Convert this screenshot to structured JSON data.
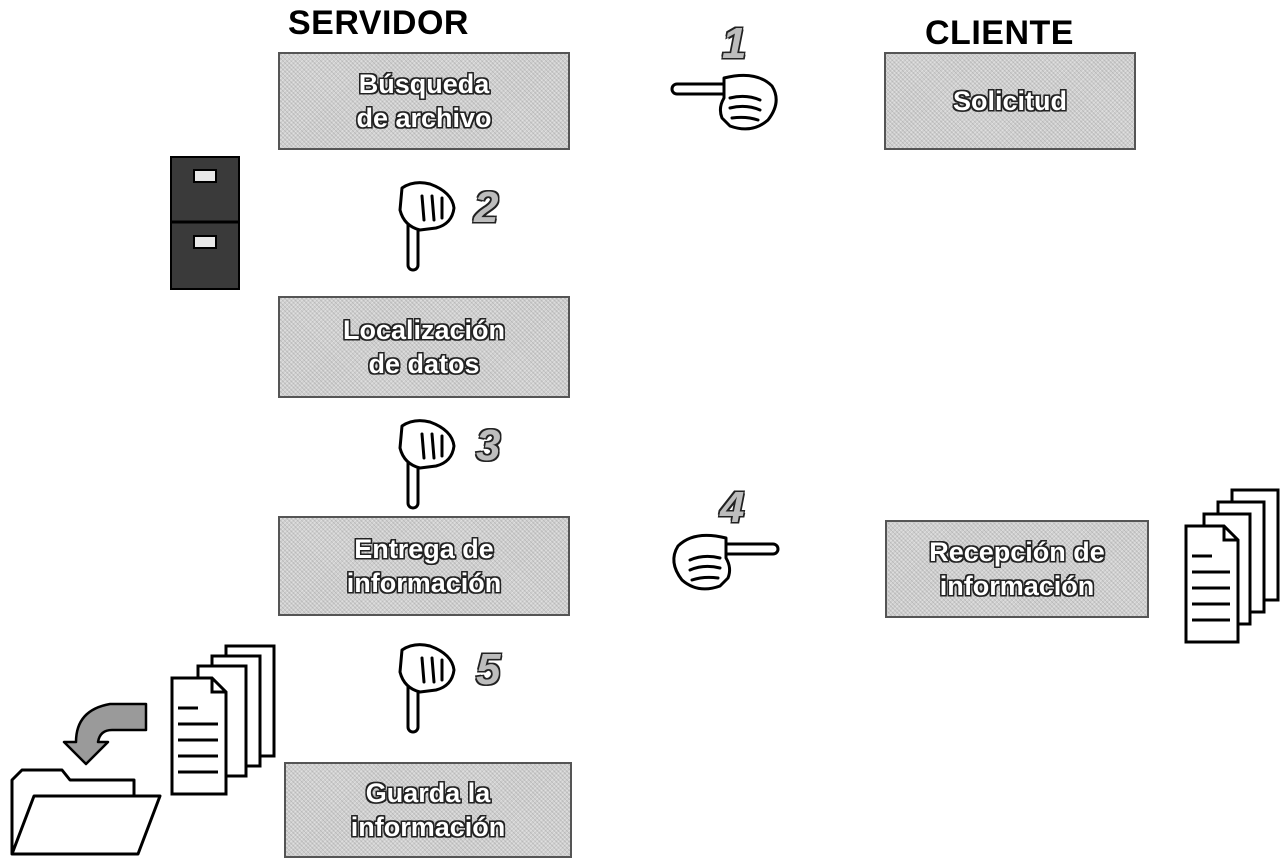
{
  "headings": {
    "server": "SERVIDOR",
    "client": "CLIENTE"
  },
  "server_steps": [
    {
      "line1": "Búsqueda",
      "line2": "de archivo"
    },
    {
      "line1": "Localización",
      "line2": "de  datos"
    },
    {
      "line1": "Entrega de",
      "line2": "información"
    },
    {
      "line1": "Guarda  la",
      "line2": "información"
    }
  ],
  "client_steps": [
    {
      "line1": "Solicitud",
      "line2": ""
    },
    {
      "line1": "Recepción de",
      "line2": "información"
    }
  ],
  "step_numbers": [
    "1",
    "2",
    "3",
    "4",
    "5"
  ],
  "colors": {
    "box_fill": "#cfcfcf",
    "box_border": "#555555",
    "cabinet": "#3a3a3a",
    "ink": "#000000"
  },
  "icons": [
    "pointing-hand-left-icon",
    "pointing-hand-down-icon",
    "pointing-hand-right-icon",
    "file-cabinet-icon",
    "document-stack-icon",
    "folder-icon",
    "curved-arrow-icon"
  ]
}
